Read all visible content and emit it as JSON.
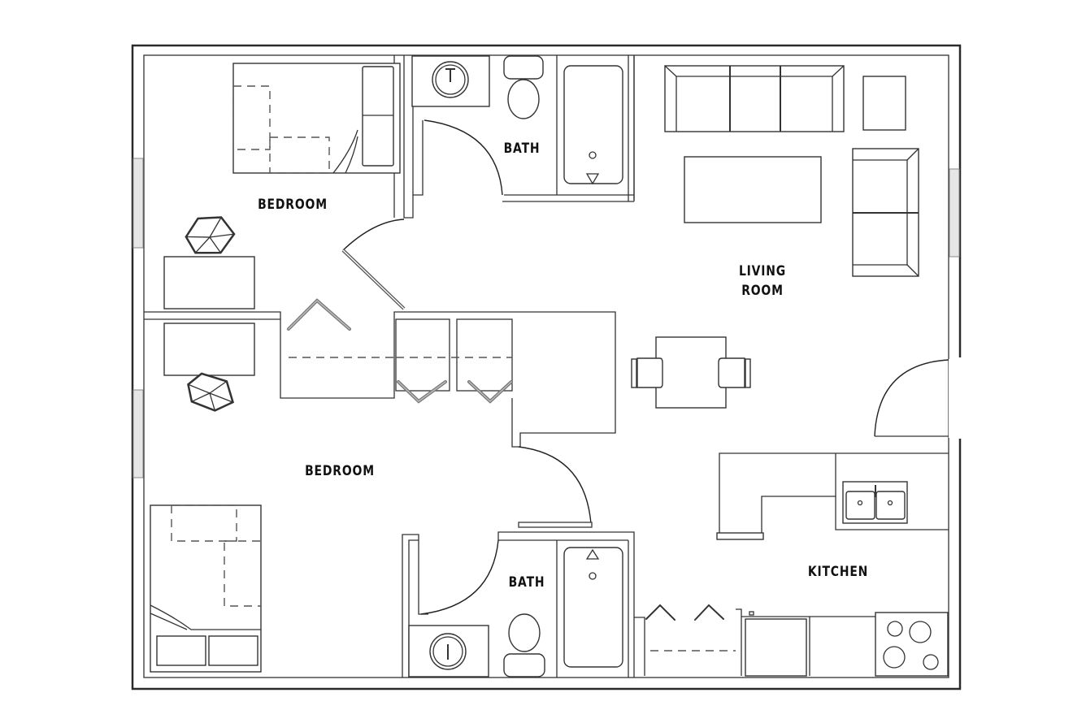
{
  "floor_plan": {
    "colors": {
      "background": "#ffffff",
      "wall": "#2a2a2a",
      "window": "#e6e6e6"
    },
    "rooms": [
      {
        "id": "bedroom-1",
        "label": "BEDROOM"
      },
      {
        "id": "bath-1",
        "label": "BATH"
      },
      {
        "id": "living-room",
        "label": "LIVING\nROOM"
      },
      {
        "id": "bedroom-2",
        "label": "BEDROOM"
      },
      {
        "id": "bath-2",
        "label": "BATH"
      },
      {
        "id": "kitchen",
        "label": "KITCHEN"
      }
    ],
    "fixtures": [
      "bed",
      "nightstand",
      "desk",
      "office-chair",
      "sink",
      "toilet",
      "bathtub",
      "sofa",
      "coffee-table",
      "side-table",
      "loveseat",
      "dining-table",
      "dining-chair",
      "kitchen-counter",
      "double-sink",
      "dishwasher",
      "stove",
      "closet",
      "entry-door"
    ]
  }
}
